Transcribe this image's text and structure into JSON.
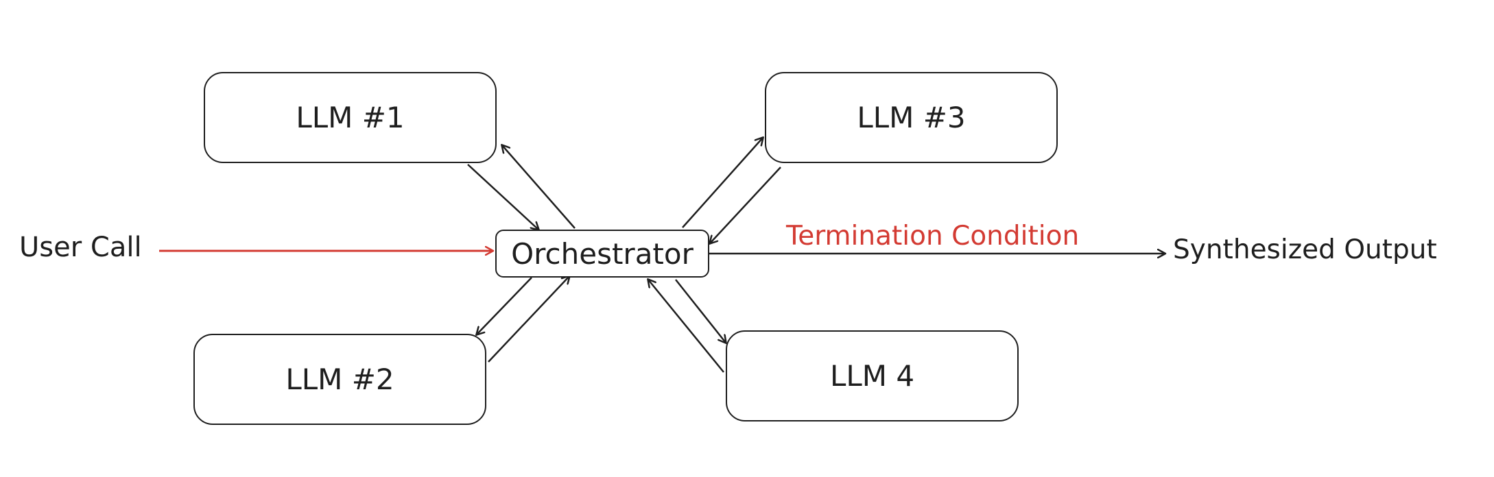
{
  "nodes": {
    "llm1": "LLM #1",
    "llm2": "LLM #2",
    "llm3": "LLM #3",
    "llm4": "LLM 4",
    "orchestrator": "Orchestrator"
  },
  "labels": {
    "user_call": "User Call",
    "termination_condition": "Termination Condition",
    "synthesized_output": "Synthesized Output"
  },
  "colors": {
    "stroke": "#1e1e1e",
    "accent": "#d33a32"
  }
}
